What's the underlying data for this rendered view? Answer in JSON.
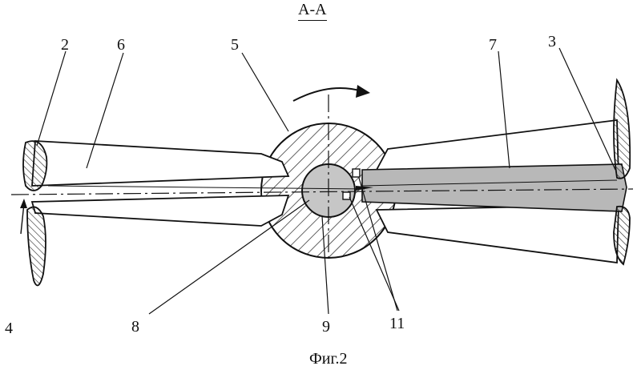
{
  "drawing": {
    "section_title": "A-A",
    "caption": "Фиг.2",
    "labels": {
      "l2": "2",
      "l3": "3",
      "l4": "4",
      "l5": "5",
      "l6": "6",
      "l7": "7",
      "l8": "8",
      "l9": "9",
      "l11": "11"
    }
  }
}
